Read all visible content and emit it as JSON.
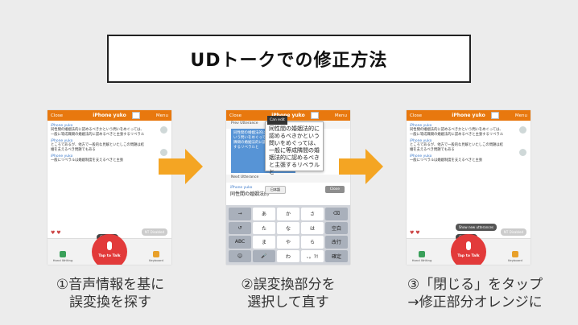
{
  "title": "UDトークでの修正方法",
  "phone": {
    "close": "Close",
    "name": "iPhone yuko",
    "menu": "Menu",
    "lang": "日本語(JP)",
    "talk": "Tap to Talk",
    "left_btn": "Hand Writing",
    "right_btn": "Keyboard",
    "pill": "NT Disabled",
    "msg1": "同性間の婚姻法的に認めるべきかという問いをめぐっては、一般に等成職間の婚姻法的に認めるべきと主張するリベラル",
    "msg2": "ところであるが、他方で一般的な見解といたしこの問題は結婚を支えるべき問題でもある",
    "msg3": "一般にリベラルは婚姻制度を支えるべきと主張",
    "show_new": "Show new utterances"
  },
  "popup": {
    "can_edit": "Can edit",
    "text": "同性間の婚姻法的に認めるべきかという問いをめぐっては、一般に等成隣間の婚姻法的に認めるべきと主張するリベラルと",
    "prev": "Prev Utterance",
    "next": "Next Utterance",
    "edit_name": "iPhone yuko",
    "edit_text": "同性間の婚姻法的",
    "jp": "日本語",
    "close": "Close"
  },
  "keyboard": [
    "→",
    "あ",
    "か",
    "さ",
    "⌫",
    "↺",
    "た",
    "な",
    "は",
    "空白",
    "ABC",
    "ま",
    "や",
    "ら",
    "改行",
    "☺",
    "🎤",
    "わ",
    "、。?!",
    "確定"
  ],
  "captions": {
    "c1_l1": "①音声情報を基に",
    "c1_l2": "誤変換を探す",
    "c2_l1": "②誤変換部分を",
    "c2_l2": "選択して直す",
    "c3_l1": "③「閉じる」をタップ",
    "c3_l2": "→修正部分オレンジに"
  }
}
